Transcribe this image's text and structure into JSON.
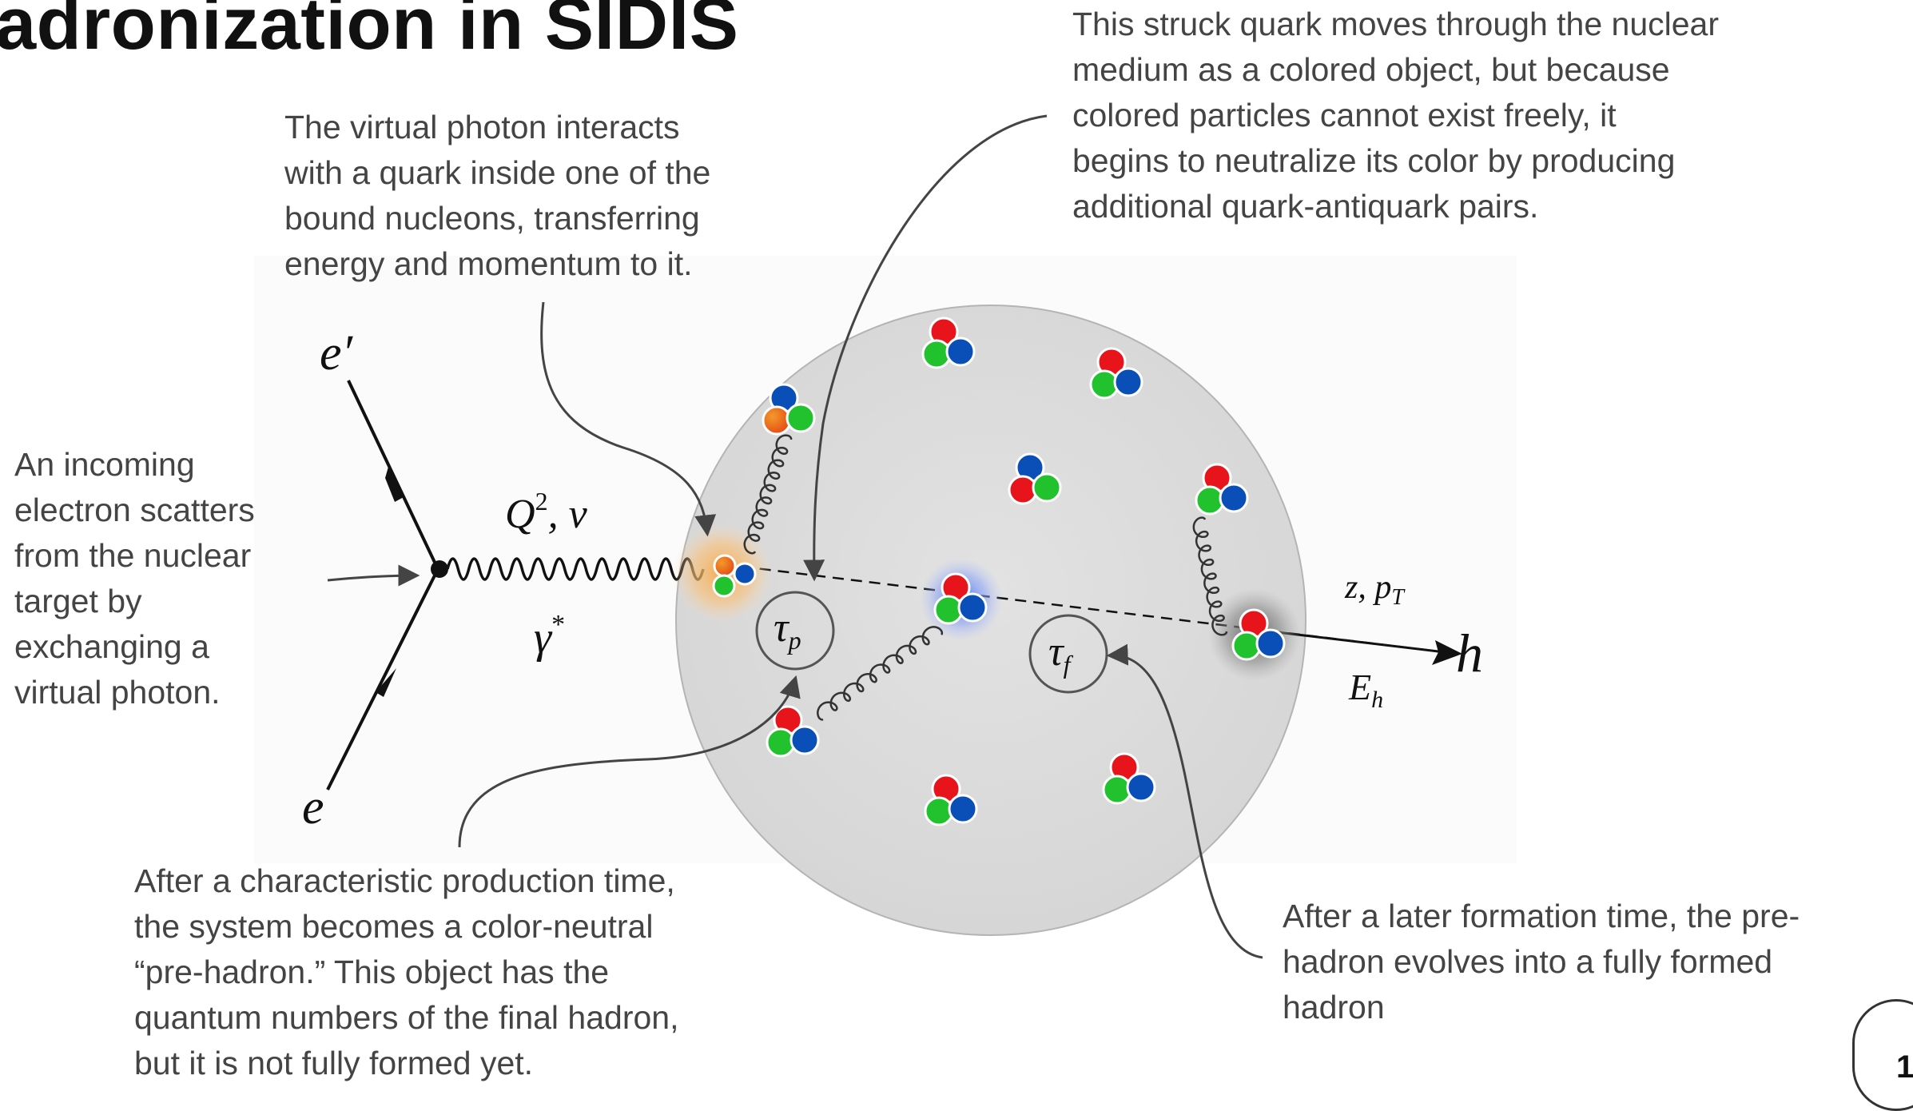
{
  "title": "adronization in SIDIS",
  "annotations": {
    "struck_quark": "This struck quark moves through the nuclear\nmedium as a colored object, but because\ncolored particles cannot exist freely, it\nbegins to neutralize its color by producing\nadditional quark-antiquark pairs.",
    "virtual_photon": "The virtual photon interacts\nwith a quark inside one of the\nbound nucleons, transferring\nenergy and momentum to it.",
    "incoming_electron": "An incoming\nelectron scatters\nfrom the nuclear\ntarget by\nexchanging a\nvirtual photon.",
    "production_time": "After a characteristic production time,\nthe system becomes a color-neutral\n“pre-hadron.” This object has the\nquantum numbers of the final hadron,\nbut it is not fully formed yet.",
    "formation_time": "After a later formation time, the pre-\nhadron evolves into a fully formed\nhadron"
  },
  "labels": {
    "e_prime": "e′",
    "e": "e",
    "q2_nu": "Q², ν",
    "gamma_star": "γ*",
    "tau_p": "τp",
    "tau_f": "τf",
    "z_pt": "z, pT",
    "e_h": "Eh",
    "h": "h"
  },
  "page_number": "1",
  "colors": {
    "red": "#e8141c",
    "green": "#22c22e",
    "blue": "#0a4fb8",
    "orange": "#f07a1a",
    "nucleus_fill": "#dcdcdc",
    "text": "#444444"
  }
}
